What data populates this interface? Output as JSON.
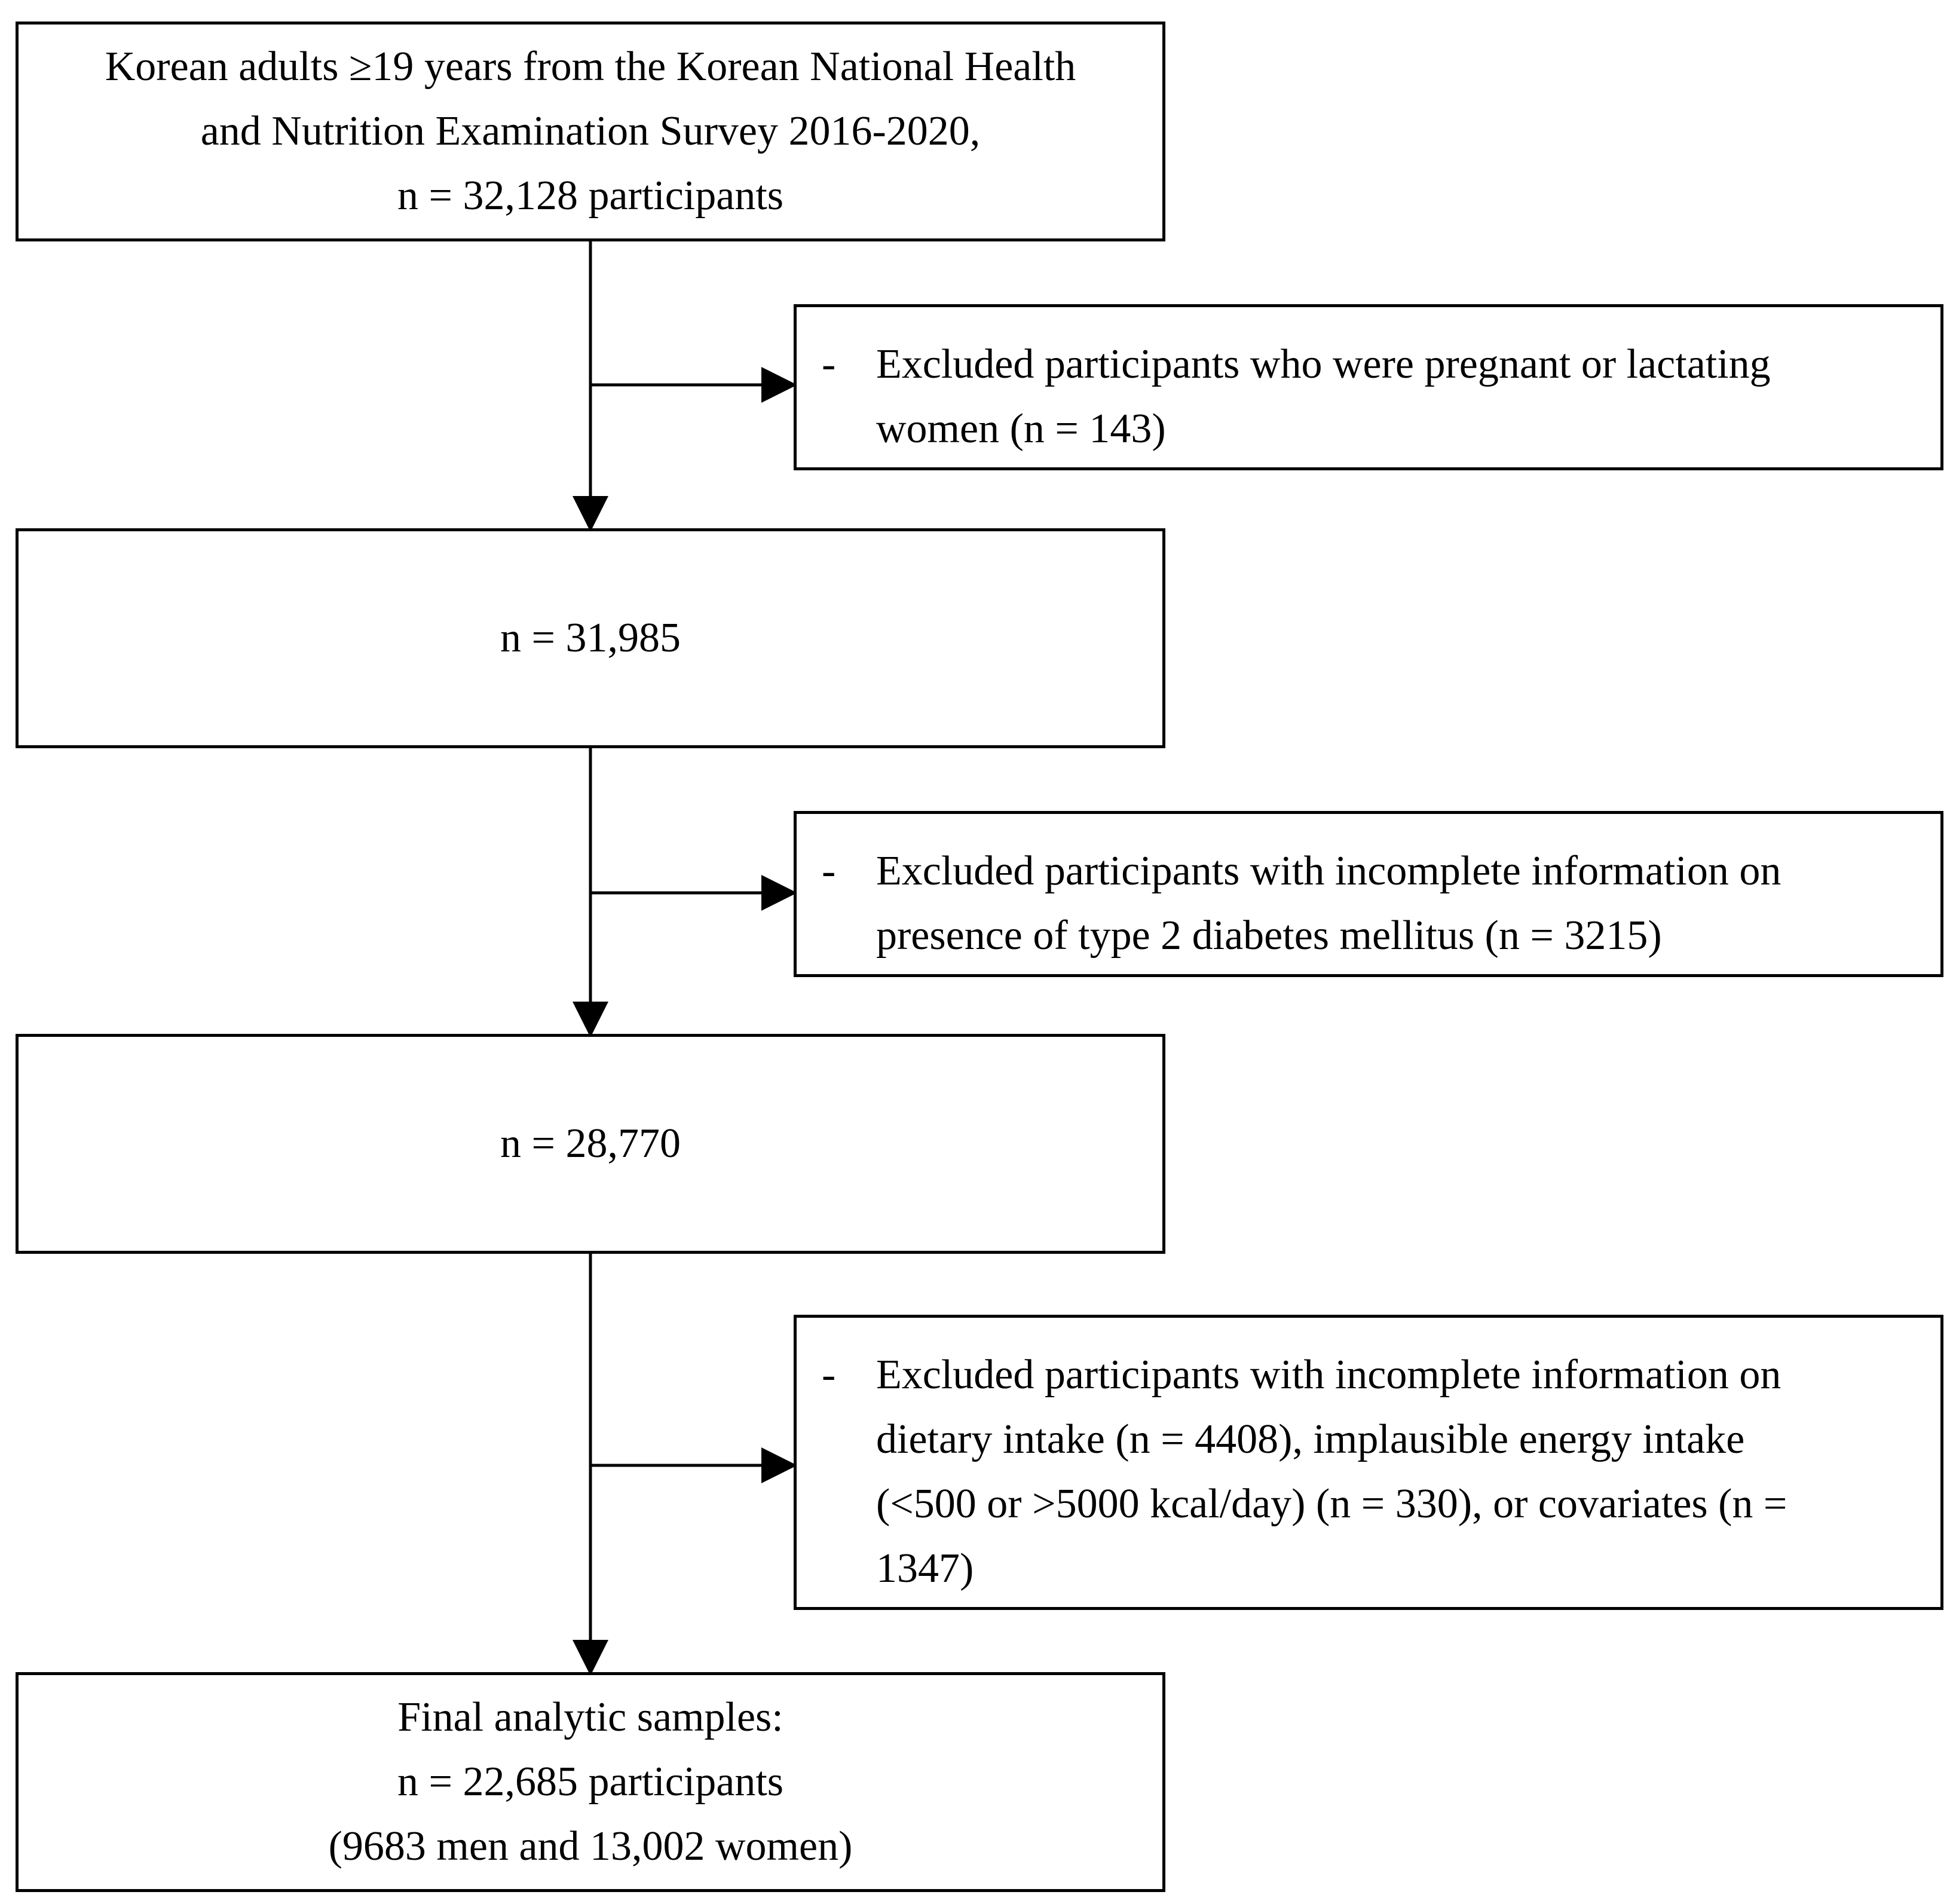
{
  "boxes": {
    "start": {
      "lines": [
        "Korean adults ≥19 years from the Korean National Health",
        "and Nutrition Examination Survey 2016-2020,",
        "n = 32,128 participants"
      ]
    },
    "step2": {
      "text": "n = 31,985"
    },
    "step3": {
      "text": "n = 28,770"
    },
    "final": {
      "lines": [
        "Final analytic samples:",
        "n = 22,685 participants",
        "(9683 men and 13,002 women)"
      ]
    }
  },
  "exclusions": [
    {
      "bullet": "-",
      "lines": [
        "Excluded participants who were pregnant or lactating",
        "women (n = 143)"
      ]
    },
    {
      "bullet": "-",
      "lines": [
        "Excluded participants with incomplete information on",
        "presence of type 2 diabetes mellitus (n = 3215)"
      ]
    },
    {
      "bullet": "-",
      "lines": [
        "Excluded participants with incomplete information on",
        "dietary intake (n = 4408), implausible energy intake",
        "(<500 or >5000 kcal/day) (n = 330), or covariates (n =",
        "1347)"
      ]
    }
  ]
}
